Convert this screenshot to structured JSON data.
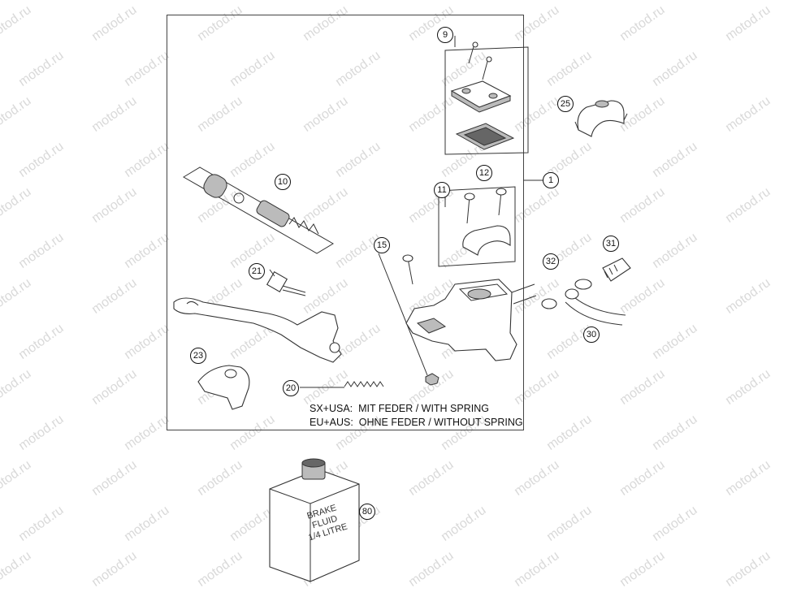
{
  "watermark": "motod.ru",
  "part_numbers": {
    "p1": "1",
    "p9": "9",
    "p10": "10",
    "p11": "11",
    "p12": "12",
    "p15": "15",
    "p20": "20",
    "p21": "21",
    "p23": "23",
    "p25": "25",
    "p30": "30",
    "p31": "31",
    "p32": "32",
    "p80": "80"
  },
  "notes": {
    "spring_line": "SX+USA:  MIT FEDER / WITH SPRING",
    "no_spring_line": "EU+AUS:  OHNE FEDER / WITHOUT SPRING"
  },
  "bottle_label": {
    "line1": "BRAKE",
    "line2": "FLUID",
    "line3": "1/4 LITRE"
  }
}
